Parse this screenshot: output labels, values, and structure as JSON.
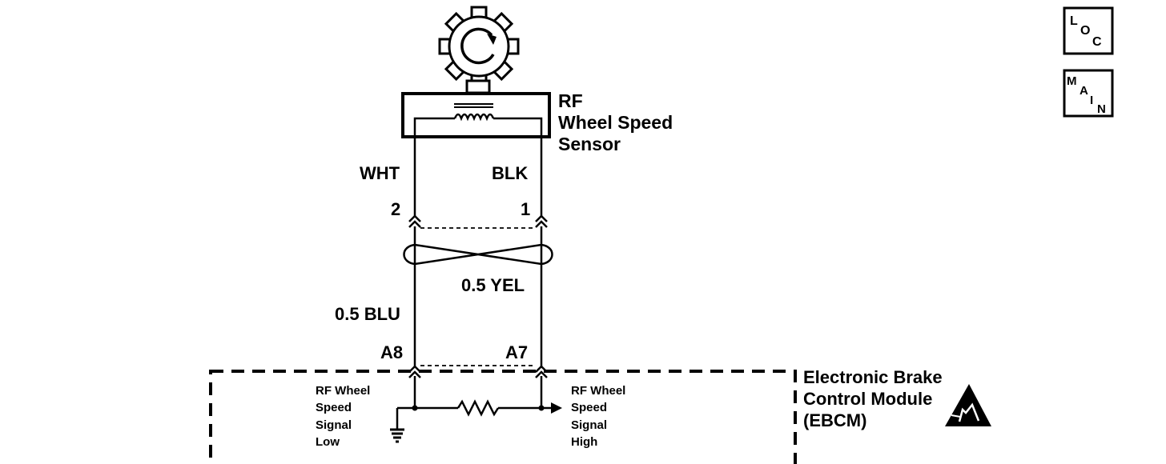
{
  "sensor": {
    "name_lines": [
      "RF",
      "Wheel Speed",
      "Sensor"
    ]
  },
  "wires": {
    "left_color": "WHT",
    "right_color": "BLK",
    "left_gauge": "0.5 BLU",
    "right_gauge": "0.5 YEL"
  },
  "pins": {
    "sensor_left": "2",
    "sensor_right": "1",
    "module_left": "A8",
    "module_right": "A7"
  },
  "module": {
    "name_lines": [
      "Electronic Brake",
      "Control Module",
      "(EBCM)"
    ],
    "low_label_lines": [
      "RF Wheel",
      "Speed",
      "Signal",
      "Low"
    ],
    "high_label_lines": [
      "RF Wheel",
      "Speed",
      "Signal",
      "High"
    ]
  },
  "nav": {
    "loc": {
      "l1": "L",
      "l2": "O",
      "l3": "C"
    },
    "main": {
      "l1": "M",
      "l2": "A",
      "l3": "I",
      "l4": "N"
    }
  },
  "icons": [
    "gear-rotation-icon",
    "esd-warning-icon",
    "ground-icon"
  ]
}
